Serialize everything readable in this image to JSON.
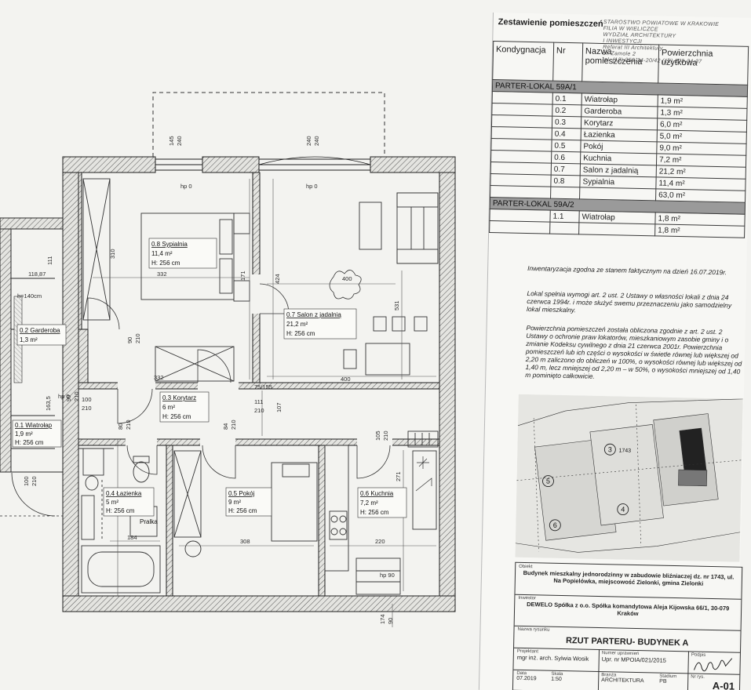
{
  "sheet": {
    "title": "Zestawienie pomieszczeń",
    "stamp_lines": [
      "STAROSTWO POWIATOWE W KRAKOWIE",
      "FILIA W WIELICZCE",
      "WYDZIAŁ ARCHITEKTURY",
      "I INWESTYCJI",
      "Referat III Architektury",
      "ul. Zamole 2",
      "tel. (12) 250-34-20/42  (12) 278-34-37"
    ],
    "headers": [
      "Kondygnacja",
      "Nr",
      "Nazwa pomieszczenia",
      "Powierzchnia użytkowa"
    ],
    "group1": "PARTER-LOKAL 59A/1",
    "rooms1": [
      {
        "nr": "0.1",
        "name": "Wiatrołap",
        "area": "1,9 m²"
      },
      {
        "nr": "0.2",
        "name": "Garderoba",
        "area": "1,3 m²"
      },
      {
        "nr": "0.3",
        "name": "Korytarz",
        "area": "6,0 m²"
      },
      {
        "nr": "0.4",
        "name": "Łazienka",
        "area": "5,0 m²"
      },
      {
        "nr": "0.5",
        "name": "Pokój",
        "area": "9,0 m²"
      },
      {
        "nr": "0.6",
        "name": "Kuchnia",
        "area": "7,2 m²"
      },
      {
        "nr": "0.7",
        "name": "Salon z jadalnią",
        "area": "21,2 m²"
      },
      {
        "nr": "0.8",
        "name": "Sypialnia",
        "area": "11,4 m²"
      }
    ],
    "total1": "63,0 m²",
    "group2": "PARTER-LOKAL 59A/2",
    "rooms2": [
      {
        "nr": "1.1",
        "name": "Wiatrołap",
        "area": "1,8 m²"
      }
    ],
    "total2": "1,8 m²",
    "note1": "Inwentaryzacja zgodna ze stanem faktycznym na dzień 16.07.2019r.",
    "note2": "Lokal spełnia wymogi art. 2 ust. 2 Ustawy o własności lokali z dnia 24 czerwca 1994r. i może służyć swemu przeznaczeniu jako samodzielny lokal mieszkalny.",
    "note3": "Powierzchnia pomieszczeń została obliczona zgodnie z art. 2 ust. 2 Ustawy o ochronie praw lokatorów, mieszkaniowym zasobie gminy i o zmianie Kodeksu cywilnego z dnia 21 czerwca 2001r. Powierzchnia pomieszczeń lub ich części o wysokości w świetle równej lub większej od 2,20 m zaliczono do obliczeń w 100%, o wysokości równej lub większej od 1,40 m, lecz mniejszej od 2,20 m – w 50%, o wysokości mniejszej od 1,40 m pominięto całkowicie.",
    "site_labels": [
      "3",
      "5",
      "4",
      "6"
    ],
    "site_subtitle": "1743",
    "tb": {
      "obiekt_label": "Obiekt",
      "obiekt": "Budynek mieszkalny jednorodzinny w zabudowie bliźniaczej dz. nr 1743, ul. Na Popielówka, miejscowość Zielonki, gmina Zielonki",
      "inwestor_label": "Inwestor",
      "inwestor": "DEWELO Spółka z o.o. Spółka komandytowa Aleja Kijowska 66/1, 30-079 Kraków",
      "nazwa_label": "Nazwa rysunku",
      "nazwa": "RZUT PARTERU- BUDYNEK A",
      "projektant_label": "Projektant",
      "projektant": "mgr inż. arch. Sylwia Wosik",
      "uprawnienia_label": "Numer uprawnień",
      "uprawnienia": "Upr. nr MPOIA/021/2015",
      "podpis_label": "Podpis",
      "data_label": "Data",
      "data": "07.2019",
      "skala_label": "Skala",
      "skala": "1:50",
      "branza_label": "Branża",
      "branza": "ARCHITEKTURA",
      "stadium_label": "Stadium",
      "stadium": "PB",
      "nr_label": "Nr rys.",
      "nr": "A-01"
    }
  },
  "plan": {
    "rooms": [
      {
        "id": "0.8",
        "name": "0.8 Sypialnia",
        "area": "11,4 m²",
        "h": "H: 256 cm"
      },
      {
        "id": "0.7",
        "name": "0.7 Salon z jadalnią",
        "area": "21,2 m²",
        "h": "H: 256 cm"
      },
      {
        "id": "0.3",
        "name": "0.3 Korytarz",
        "area": "6 m²",
        "h": "H: 256 cm"
      },
      {
        "id": "0.2",
        "name": "0.2 Garderoba",
        "area": "1,3 m²",
        "h": ""
      },
      {
        "id": "0.1",
        "name": "0.1 Wiatrołap",
        "area": "1,9 m²",
        "h": "H: 256 cm"
      },
      {
        "id": "0.4",
        "name": "0.4 Łazienka",
        "area": "5 m²",
        "h": "H: 256 cm"
      },
      {
        "id": "0.5",
        "name": "0.5 Pokój",
        "area": "9 m²",
        "h": "H: 256 cm"
      },
      {
        "id": "0.6",
        "name": "0.6 Kuchnia",
        "area": "7,2 m²",
        "h": "H: 256 cm"
      }
    ],
    "pralka": "Pralka",
    "dims": {
      "top_window1": "145",
      "top_window1b": "240",
      "top_window2": "240",
      "top_window2b": "240",
      "d332a": "332",
      "d332b": "332",
      "d424": "424",
      "d531": "531",
      "d400a": "400",
      "d400b": "400",
      "d310": "310",
      "d111": "111",
      "d171": "171",
      "d107": "107",
      "d75": "75/155",
      "d100": "100",
      "d210a": "210",
      "d111b": "111",
      "d210b": "210",
      "d90a": "90",
      "d210c": "210",
      "d105": "105",
      "d210d": "210",
      "d308": "308",
      "d220": "220",
      "d271": "271",
      "d184": "184",
      "d174": "174",
      "d90b": "90",
      "d140": "h=140cm",
      "d118": "118,87",
      "d100b": "100",
      "d210e": "210",
      "d163": "163,5",
      "d90c": "90",
      "d210f": "210",
      "d80": "80",
      "d210g": "210",
      "d84": "84",
      "d210h": "210",
      "hp0a": "hp 0",
      "hp0b": "hp 0",
      "hp0c": "hp 0",
      "hp90": "hp 90"
    }
  }
}
